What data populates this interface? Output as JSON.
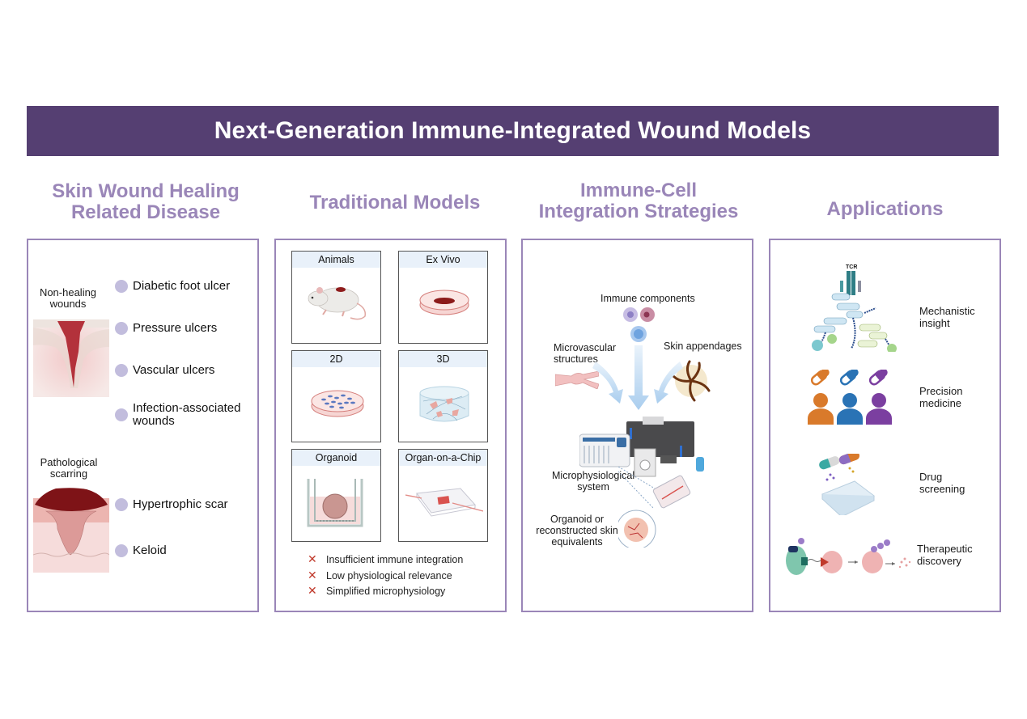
{
  "title": "Next-Generation Immune-Integrated Wound Models",
  "columns": [
    {
      "title_line1": "Skin Wound Healing",
      "title_line2": "Related Disease"
    },
    {
      "title_line1": "Traditional Models"
    },
    {
      "title_line1": "Immune-Cell",
      "title_line2": "Integration Strategies"
    },
    {
      "title_line1": "Applications"
    }
  ],
  "disease": {
    "groups": [
      {
        "label_line1": "Non-healing",
        "label_line2": "wounds",
        "icon": "wound-cross-section-icon"
      },
      {
        "label_line1": "Pathological",
        "label_line2": "scarring",
        "icon": "scar-cross-section-icon"
      }
    ],
    "items": [
      {
        "line1": "Diabetic foot ulcer"
      },
      {
        "line1": "Pressure ulcers"
      },
      {
        "line1": "Vascular ulcers"
      },
      {
        "line1": "Infection-associated",
        "line2": "wounds"
      },
      {
        "line1": "Hypertrophic scar"
      },
      {
        "line1": "Keloid"
      }
    ]
  },
  "models": {
    "boxes": [
      {
        "label": "Animals",
        "icon": "mouse-icon"
      },
      {
        "label": "Ex Vivo",
        "icon": "petri-dish-tissue-icon"
      },
      {
        "label": "2D",
        "icon": "petri-dish-cells-icon"
      },
      {
        "label": "3D",
        "icon": "3d-hydrogel-icon"
      },
      {
        "label": "Organoid",
        "icon": "transwell-organoid-icon"
      },
      {
        "label": "Organ-on-a-Chip",
        "icon": "microfluidic-chip-icon"
      }
    ],
    "limitations": [
      "Insufficient immune integration",
      "Low physiological relevance",
      "Simplified microphysiology"
    ],
    "limitation_icon": "x-mark-icon"
  },
  "integration": {
    "immune_components": "Immune components",
    "microvascular_line1": "Microvascular",
    "microvascular_line2": "structures",
    "skin_appendages": "Skin appendages",
    "mps_line1": "Microphysiological",
    "mps_line2": "system",
    "organoid_line1": "Organoid or",
    "organoid_line2": "reconstructed skin",
    "organoid_line3": "equivalents"
  },
  "applications": {
    "items": [
      {
        "line1": "Mechanistic",
        "line2": "insight",
        "icon": "tcr-signaling-pathway-icon"
      },
      {
        "line1": "Precision",
        "line2": "medicine",
        "icon": "patients-with-pills-icon"
      },
      {
        "line1": "Drug",
        "line2": "screening",
        "icon": "well-plate-screening-icon"
      },
      {
        "line1": "Therapeutic",
        "line2": "discovery",
        "icon": "protein-degradation-icon"
      }
    ],
    "tcr_label": "TCR"
  },
  "colors": {
    "banner": "#553f72",
    "heading": "#9a86b8",
    "panel_border": "#9a86b8",
    "bullet": "#c2bddd",
    "x_mark": "#c0392b",
    "person_orange": "#d97a2b",
    "person_blue": "#2a73b5",
    "person_purple": "#7b3fa0"
  }
}
